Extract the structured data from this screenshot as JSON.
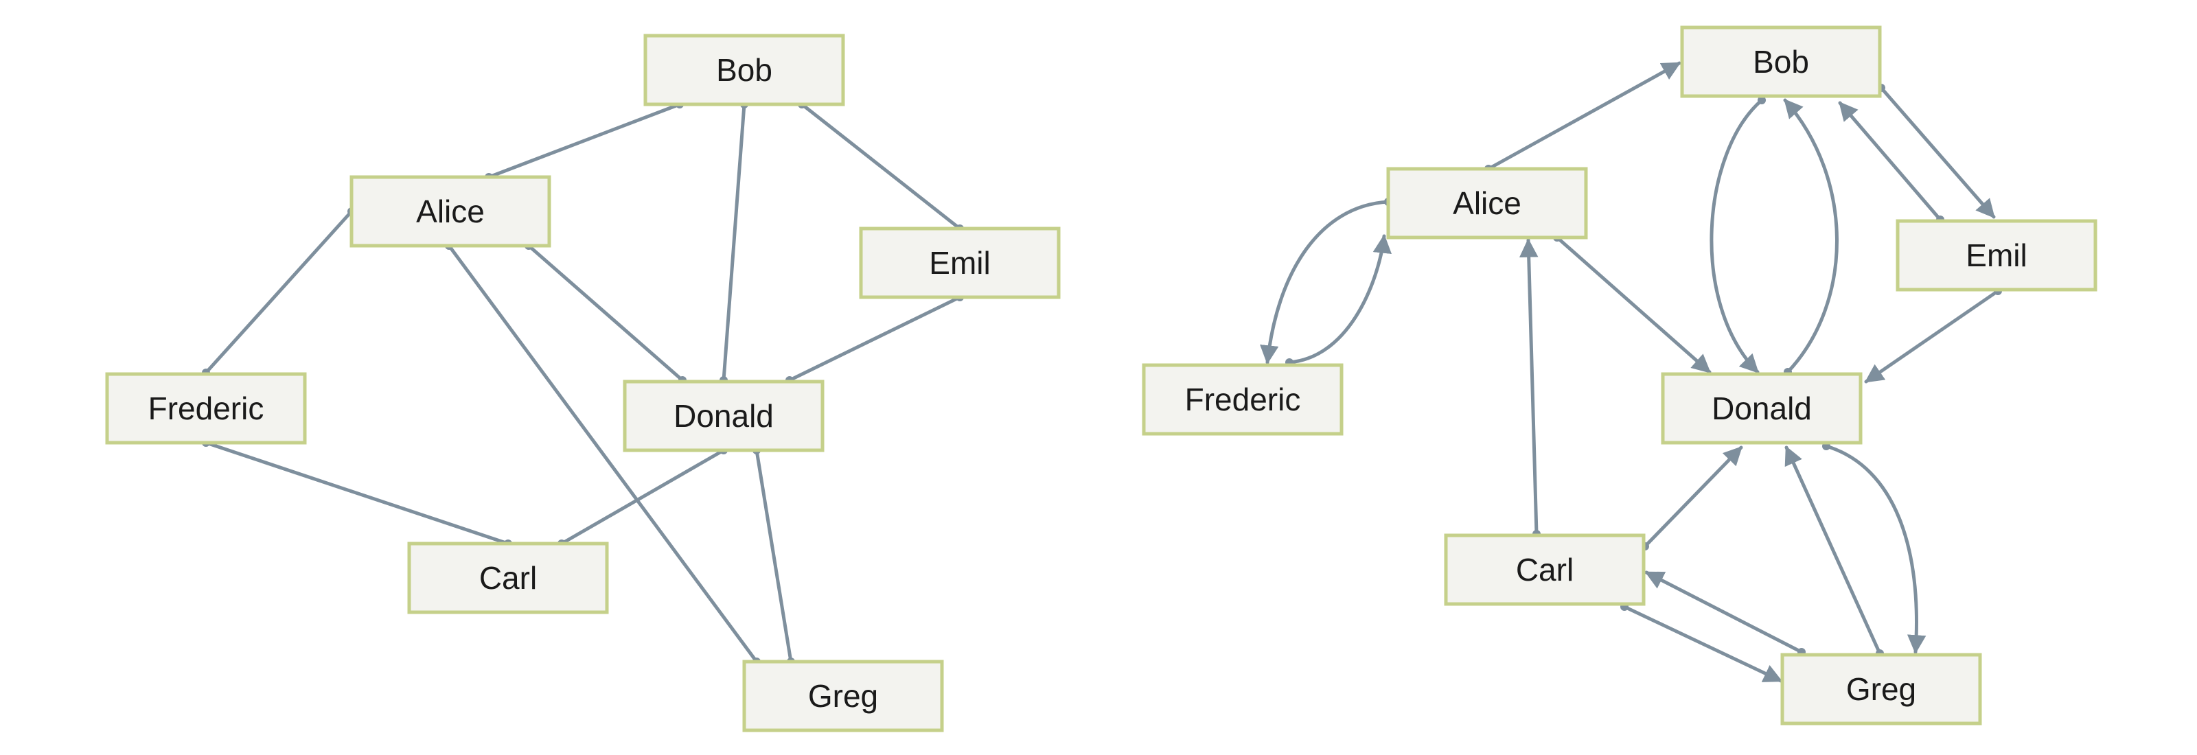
{
  "colors": {
    "node_fill": "#f3f3ef",
    "node_stroke": "#c5d08a",
    "edge": "#7e8f9d"
  },
  "graphs": [
    {
      "id": "undirected",
      "directed": false,
      "nodes": [
        {
          "id": "bob",
          "label": "Bob"
        },
        {
          "id": "alice",
          "label": "Alice"
        },
        {
          "id": "emil",
          "label": "Emil"
        },
        {
          "id": "frederic",
          "label": "Frederic"
        },
        {
          "id": "donald",
          "label": "Donald"
        },
        {
          "id": "carl",
          "label": "Carl"
        },
        {
          "id": "greg",
          "label": "Greg"
        }
      ],
      "edges": [
        {
          "from": "bob",
          "to": "alice"
        },
        {
          "from": "bob",
          "to": "donald"
        },
        {
          "from": "bob",
          "to": "emil"
        },
        {
          "from": "alice",
          "to": "frederic"
        },
        {
          "from": "alice",
          "to": "donald"
        },
        {
          "from": "alice",
          "to": "greg"
        },
        {
          "from": "emil",
          "to": "donald"
        },
        {
          "from": "frederic",
          "to": "carl"
        },
        {
          "from": "donald",
          "to": "carl"
        },
        {
          "from": "donald",
          "to": "greg"
        }
      ]
    },
    {
      "id": "directed",
      "directed": true,
      "nodes": [
        {
          "id": "bob",
          "label": "Bob"
        },
        {
          "id": "alice",
          "label": "Alice"
        },
        {
          "id": "emil",
          "label": "Emil"
        },
        {
          "id": "frederic",
          "label": "Frederic"
        },
        {
          "id": "donald",
          "label": "Donald"
        },
        {
          "id": "carl",
          "label": "Carl"
        },
        {
          "id": "greg",
          "label": "Greg"
        }
      ],
      "edges": [
        {
          "from": "alice",
          "to": "bob"
        },
        {
          "from": "alice",
          "to": "frederic"
        },
        {
          "from": "frederic",
          "to": "alice"
        },
        {
          "from": "alice",
          "to": "donald"
        },
        {
          "from": "carl",
          "to": "alice"
        },
        {
          "from": "bob",
          "to": "emil"
        },
        {
          "from": "emil",
          "to": "bob"
        },
        {
          "from": "bob",
          "to": "donald"
        },
        {
          "from": "donald",
          "to": "bob"
        },
        {
          "from": "emil",
          "to": "donald"
        },
        {
          "from": "carl",
          "to": "donald"
        },
        {
          "from": "carl",
          "to": "greg"
        },
        {
          "from": "greg",
          "to": "carl"
        },
        {
          "from": "greg",
          "to": "donald"
        },
        {
          "from": "donald",
          "to": "greg"
        }
      ]
    }
  ]
}
